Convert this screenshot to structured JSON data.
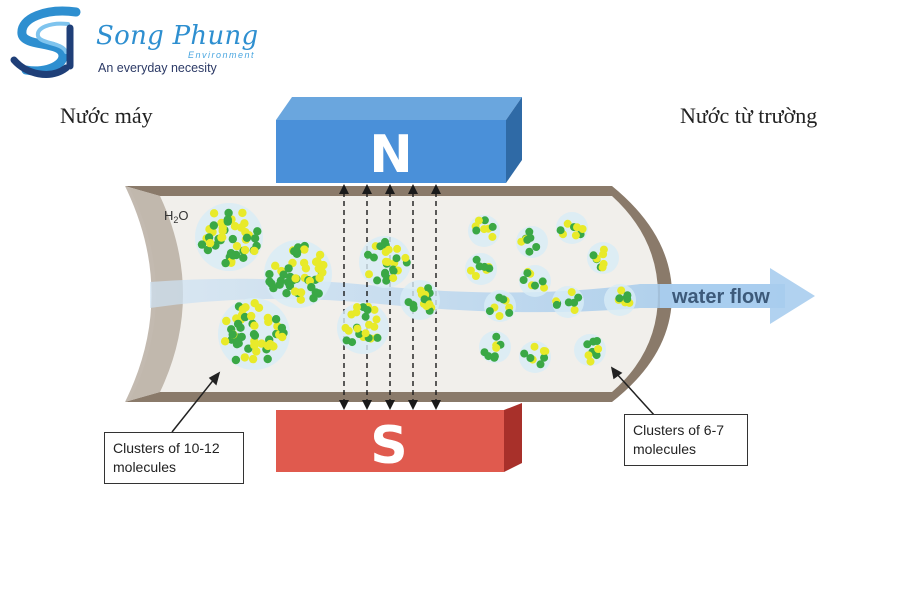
{
  "brand": {
    "name": "Song Phung",
    "sub": "Environment",
    "tagline": "An everyday necesity",
    "colors": {
      "primary": "#2e8fd0",
      "dark": "#1f3f78"
    }
  },
  "labels": {
    "left_title": "Nước máy",
    "right_title": "Nước từ trường",
    "h2o_main": "H",
    "h2o_sub": "2",
    "h2o_end": "O",
    "flow": "water flow",
    "magnet_north": "N",
    "magnet_south": "S",
    "callout_left_line1": "Clusters of 10-12",
    "callout_left_line2": "molecules",
    "callout_right_line1": "Clusters of 6-7",
    "callout_right_line2": "molecules"
  },
  "colors": {
    "north_magnet": "#4a90d9",
    "south_magnet": "#e05a4e",
    "pipe_wall": "#8a7a6a",
    "molecule_green": "#3aa845",
    "molecule_yellow": "#e8ea2a"
  }
}
